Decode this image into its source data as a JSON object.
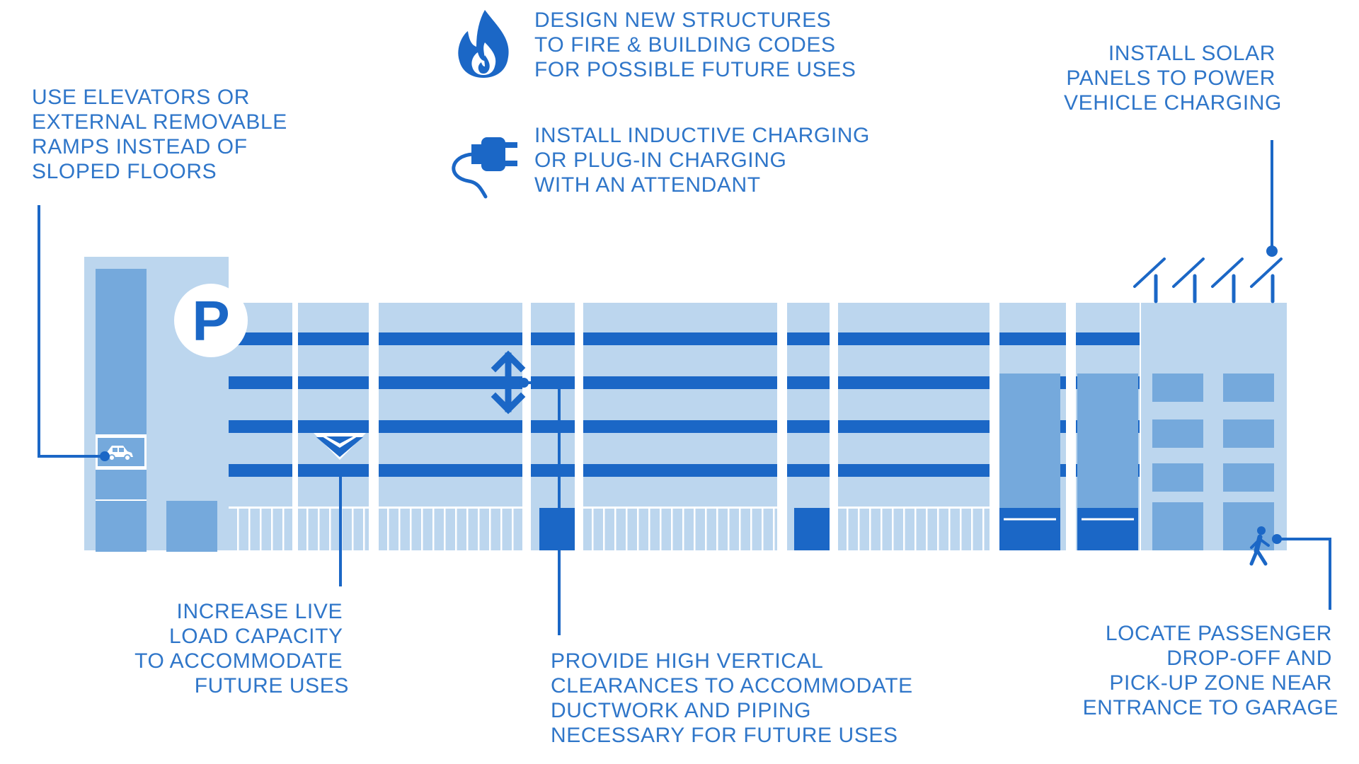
{
  "colors": {
    "light": "#bcd6ee",
    "mid": "#75a9dc",
    "dark": "#1b67c6",
    "text": "#2f76c9",
    "white": "#ffffff"
  },
  "icons": {
    "fire": "fire-icon",
    "plug": "plug-icon",
    "parking": "parking-sign-icon",
    "car": "car-icon",
    "pedestrian": "pedestrian-icon",
    "solar": "solar-panel-icon",
    "arrows": "vertical-clearance-arrow-icon",
    "chevron": "load-capacity-chevron-icon"
  },
  "parking_sign": "P",
  "callouts": {
    "fire_codes": [
      "DESIGN NEW STRUCTURES",
      "TO FIRE & BUILDING CODES",
      "FOR POSSIBLE FUTURE USES"
    ],
    "charging": [
      "INSTALL INDUCTIVE CHARGING",
      "OR PLUG-IN CHARGING",
      "WITH AN ATTENDANT"
    ],
    "elevators": [
      "USE ELEVATORS OR",
      "EXTERNAL REMOVABLE",
      "RAMPS INSTEAD OF",
      "SLOPED FLOORS"
    ],
    "solar": [
      "INSTALL SOLAR",
      "PANELS TO POWER",
      "VEHICLE CHARGING"
    ],
    "live_load": [
      "INCREASE LIVE",
      "LOAD CAPACITY",
      "TO ACCOMMODATE",
      "FUTURE USES"
    ],
    "clearance": [
      "PROVIDE HIGH VERTICAL",
      "CLEARANCES TO ACCOMMODATE",
      "DUCTWORK AND PIPING",
      "NECESSARY FOR FUTURE USES"
    ],
    "dropoff": [
      "LOCATE PASSENGER",
      "DROP-OFF AND",
      "PICK-UP ZONE NEAR",
      "ENTRANCE TO GARAGE"
    ]
  }
}
